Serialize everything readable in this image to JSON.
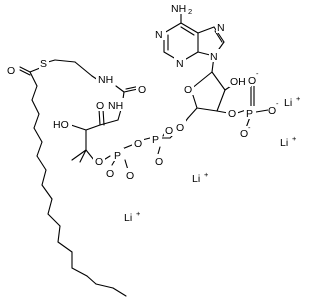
{
  "molecule": {
    "atoms": {
      "nh2": "NH",
      "nh2_sub": "2",
      "ring_n_a": "N",
      "ring_n_b": "N",
      "ring_n_c": "N",
      "ring_n9": "N",
      "oh_ribose": "OH",
      "o_ring": "O",
      "o_p3_top": "O",
      "o_p3_right": "O",
      "p3": "P",
      "o_p3_bottom": "O",
      "o_p3_bridge": "O",
      "o_pyro_top": "O",
      "p_pyro_right": "P",
      "o_pyro_bridge": "O",
      "p_pyro_left": "P",
      "o_pyro_low_a": "O",
      "o_pyro_low_b": "O",
      "o_pant": "O",
      "o_pant_side": "O",
      "s": "S",
      "nh_top": "NH",
      "nh_mid": "NH",
      "o_amide_top": "O",
      "o_amide_mid": "O",
      "o_thioester": "O",
      "ho": "HO"
    },
    "counterions": {
      "li_label": "Li",
      "charge_plus": "+",
      "charge_minus": "-"
    }
  }
}
